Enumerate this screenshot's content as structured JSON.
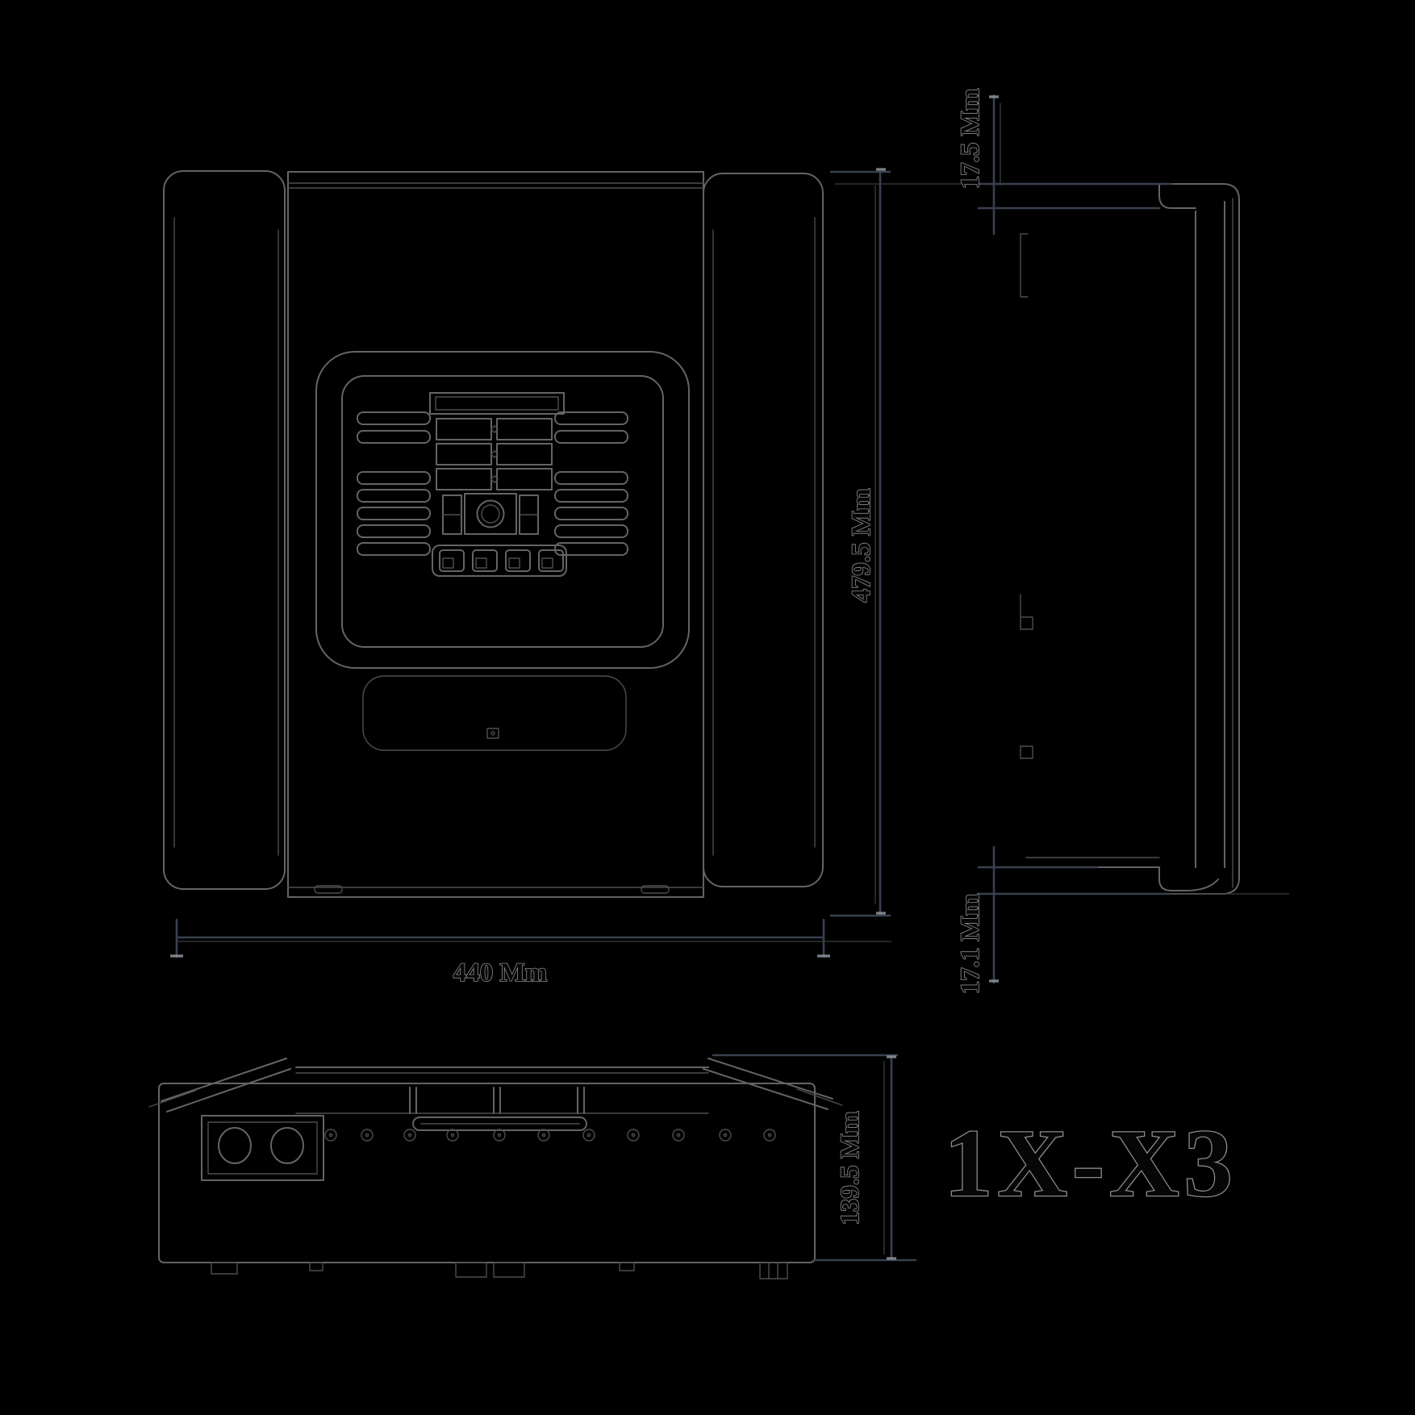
{
  "colors": {
    "background": "#000000",
    "line": "#646464",
    "line_detail": "#4e4e4e",
    "dimension_line": "#39404e",
    "dimension_tick": "#8f959d",
    "text_fill": "#060606",
    "text_halo": "#8a8a8a"
  },
  "labels": {
    "width": "440 Mm",
    "height": "479.5 Mm",
    "side_top": "17.5 Mm",
    "side_bottom": "17.1 Mm",
    "depth": "139.5 Mm",
    "drawing_code": "1X-X3"
  }
}
